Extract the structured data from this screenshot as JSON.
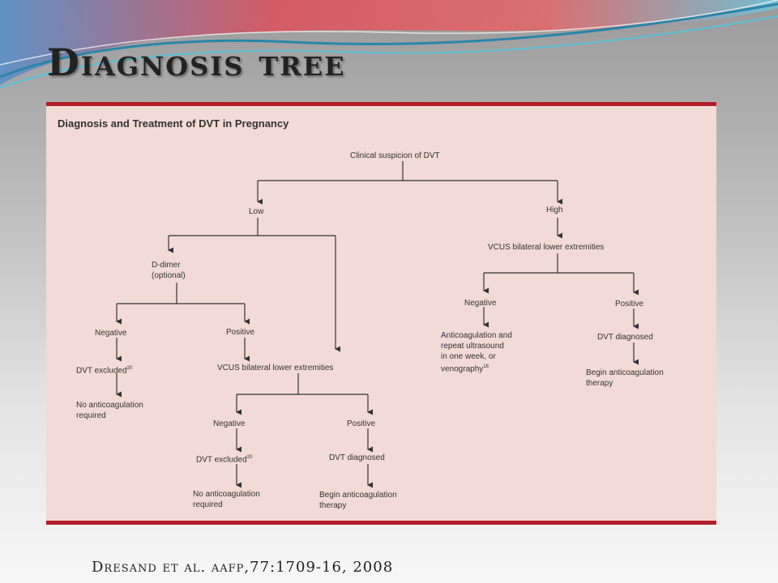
{
  "slide": {
    "title": "Diagnosis tree",
    "citation": "Dresand et al. aafp,77:1709-16, 2008"
  },
  "figure": {
    "title": "Diagnosis and Treatment of DVT in Pregnancy",
    "nodes": {
      "root": "Clinical suspicion of DVT",
      "low": "Low",
      "high": "High",
      "ddimer_1": "D-dimer",
      "ddimer_2": "(optional)",
      "neg_ddimer": "Negative",
      "pos_ddimer": "Positive",
      "excluded_1": "DVT excluded",
      "excluded_1_ref": "20",
      "no_anticoag_1a": "No anticoagulation",
      "no_anticoag_1b": "required",
      "vcus_low": "VCUS bilateral lower extremities",
      "neg_vcus_low": "Negative",
      "pos_vcus_low": "Positive",
      "excluded_2": "DVT excluded",
      "excluded_2_ref": "20",
      "no_anticoag_2a": "No anticoagulation",
      "no_anticoag_2b": "required",
      "diagnosed_low": "DVT diagnosed",
      "begin_low_a": "Begin anticoagulation",
      "begin_low_b": "therapy",
      "vcus_high": "VCUS bilateral lower extremities",
      "neg_vcus_high": "Negative",
      "pos_vcus_high": "Positive",
      "repeat_a": "Anticoagulation and",
      "repeat_b": "repeat ultrasound",
      "repeat_c": "in one week, or",
      "repeat_d": "venography",
      "repeat_ref": "16",
      "diagnosed_high": "DVT diagnosed",
      "begin_high_a": "Begin anticoagulation",
      "begin_high_b": "therapy"
    }
  },
  "colors": {
    "figure_bg": "#f2dad6",
    "figure_border": "#b11f2a",
    "line": "#333333"
  }
}
